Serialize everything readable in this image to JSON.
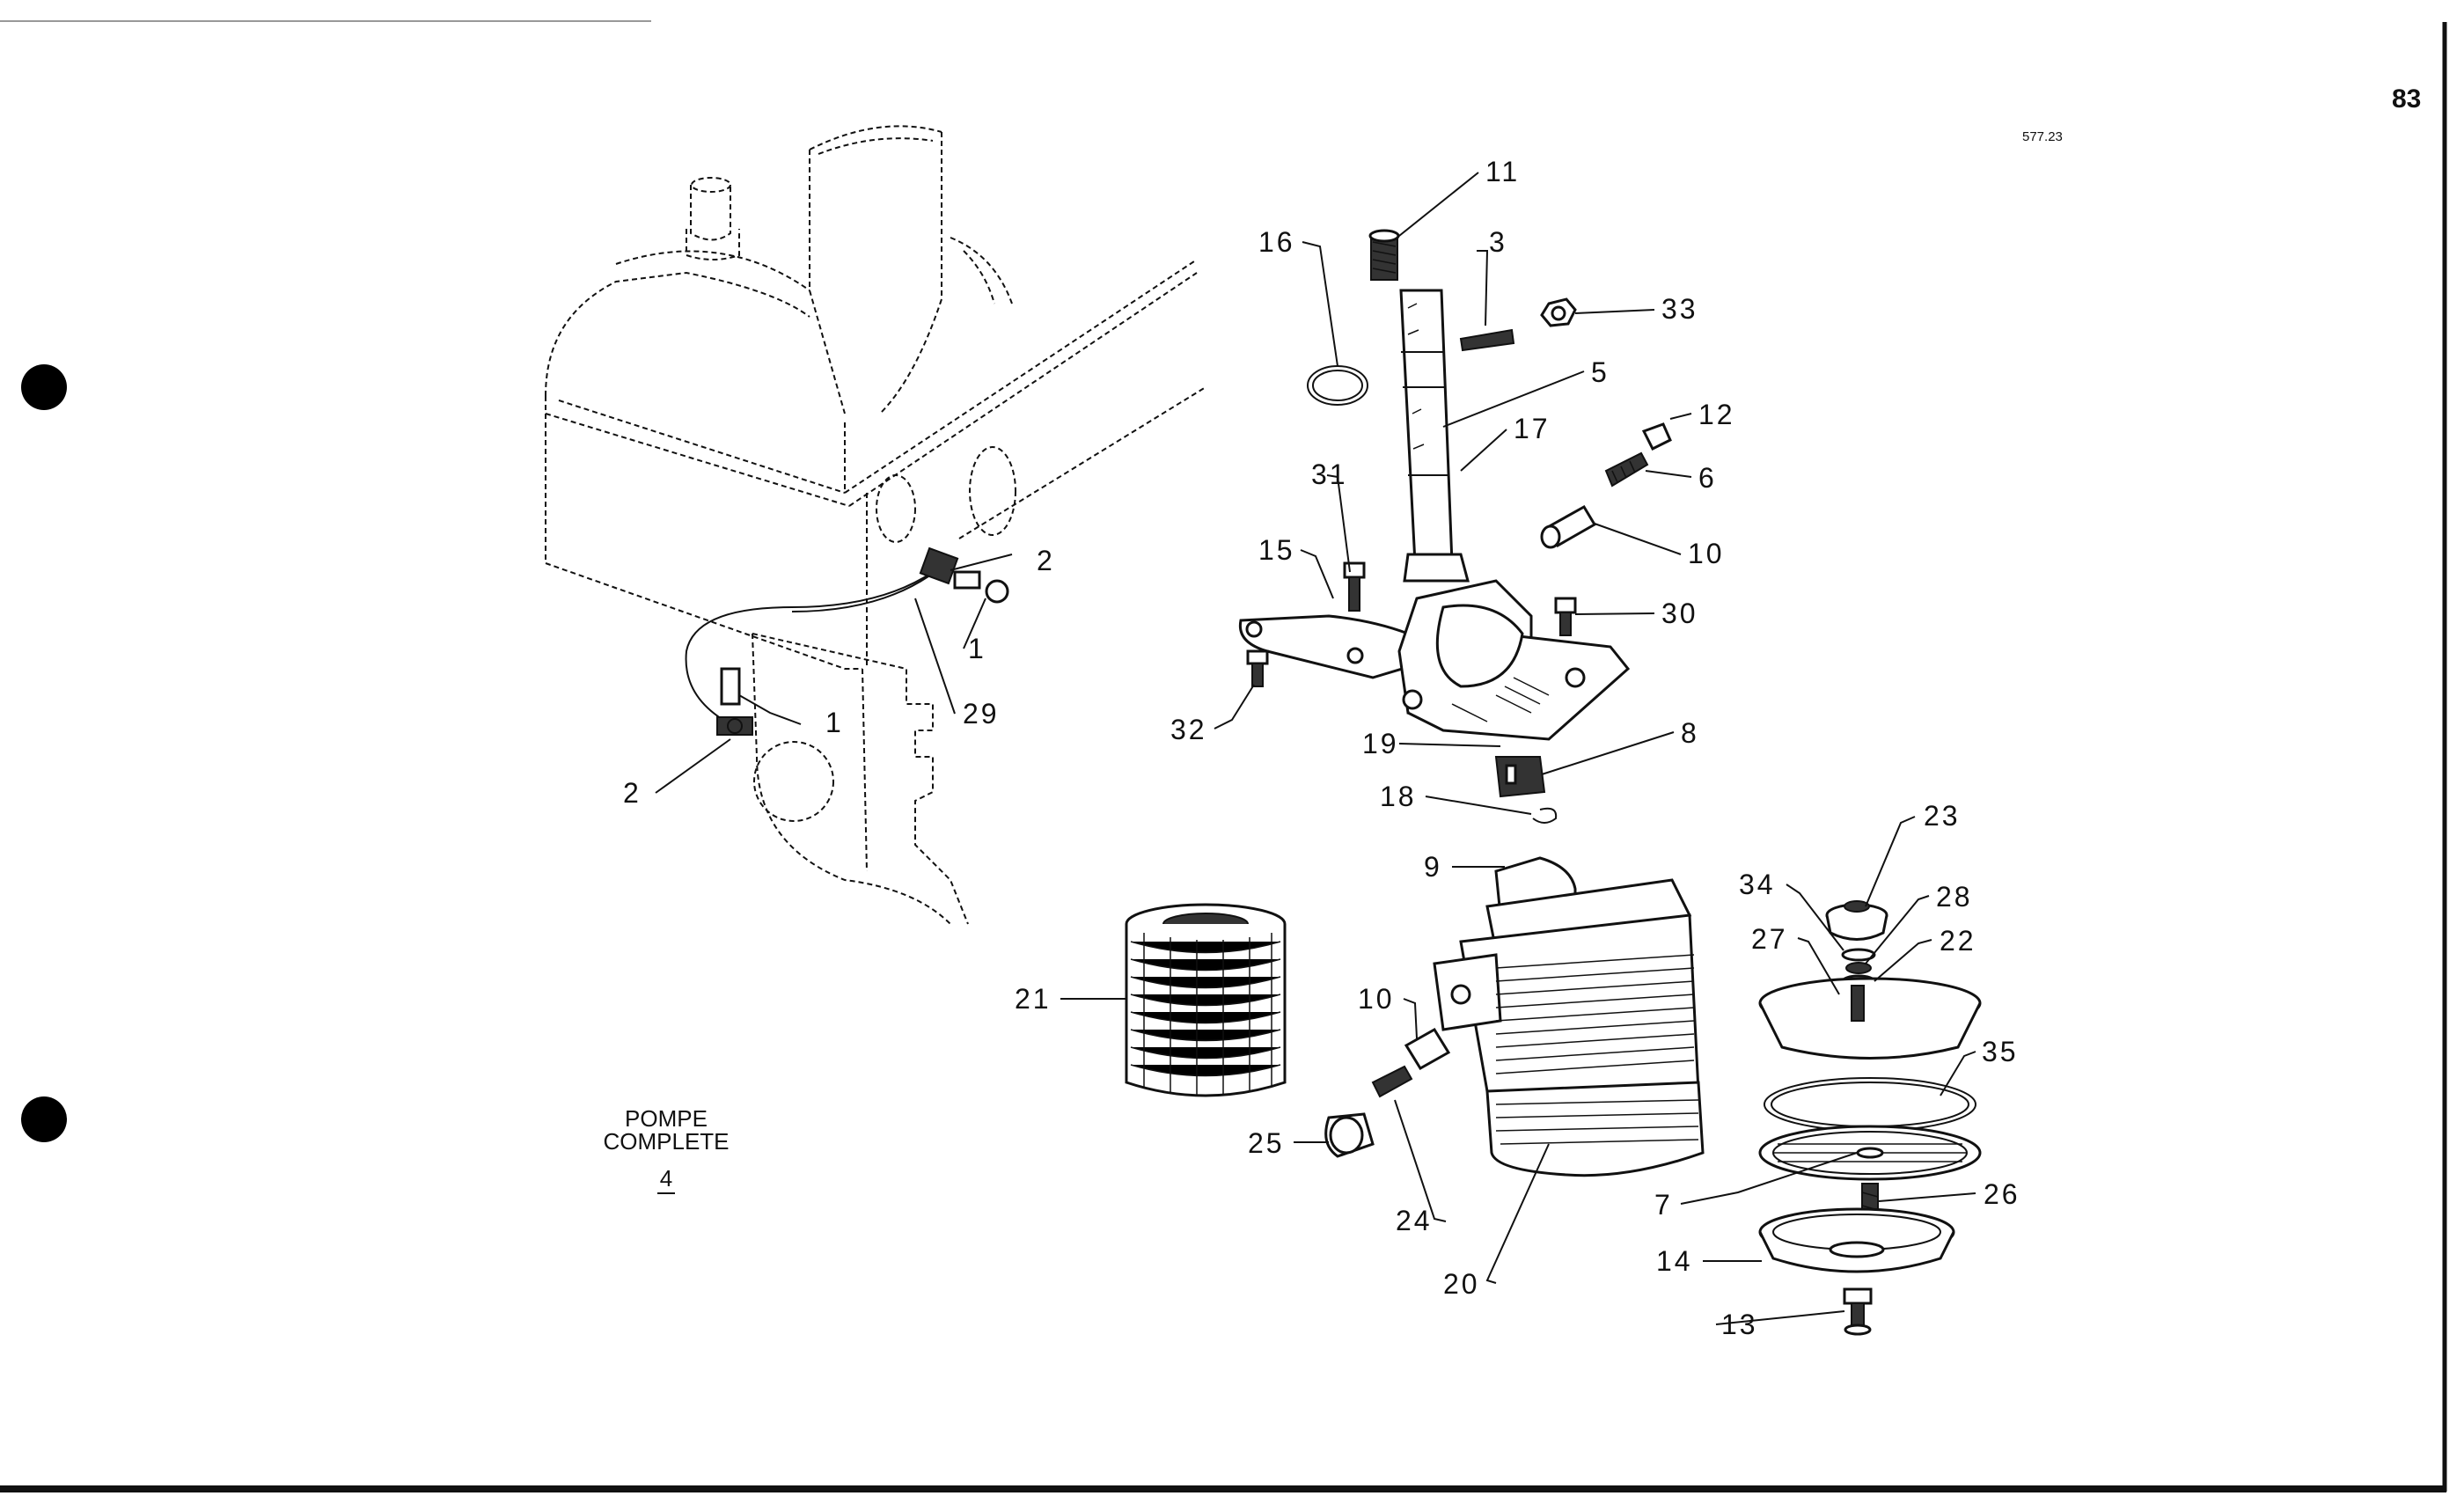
{
  "page": {
    "number": "83",
    "reference": "577.23"
  },
  "caption": {
    "line1": "POMPE",
    "line2": "COMPLETE",
    "line3": "4"
  },
  "callouts": {
    "c11": "11",
    "c3": "3",
    "c16": "16",
    "c33": "33",
    "c5": "5",
    "c12": "12",
    "c17": "17",
    "c6": "6",
    "c31": "31",
    "c10a": "10",
    "c15": "15",
    "c30": "30",
    "c32": "32",
    "c19": "19",
    "c8": "8",
    "c18": "18",
    "c23": "23",
    "c9": "9",
    "c34": "34",
    "c28": "28",
    "c27": "27",
    "c22": "22",
    "c21": "21",
    "c10b": "10",
    "c35": "35",
    "c25": "25",
    "c7": "7",
    "c26": "26",
    "c24": "24",
    "c20": "20",
    "c14": "14",
    "c13": "13",
    "c2a": "2",
    "c1a": "1",
    "c29": "29",
    "c1b": "1",
    "c2b": "2"
  }
}
